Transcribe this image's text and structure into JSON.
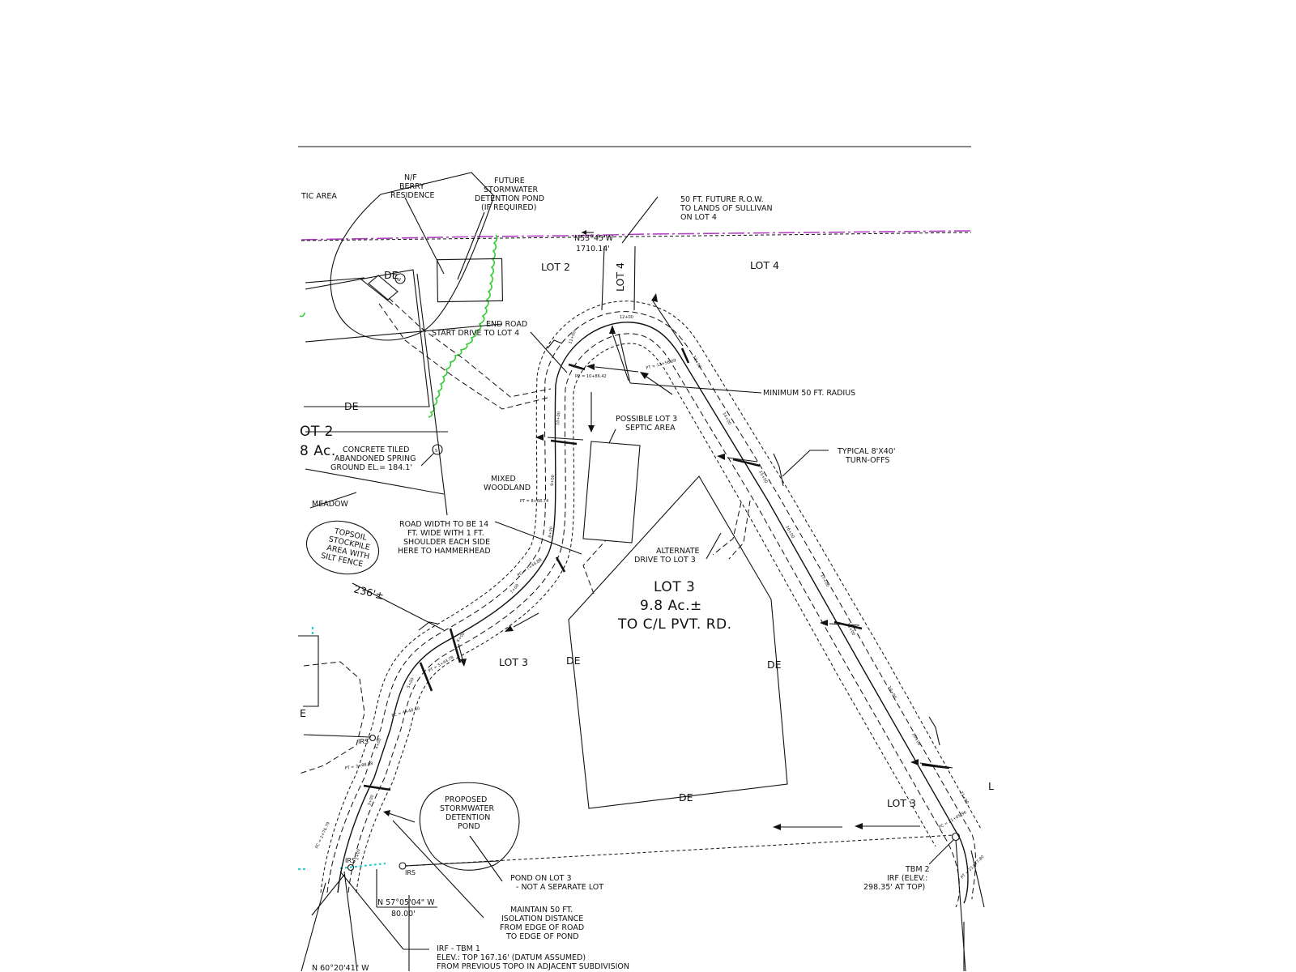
{
  "colors": {
    "linework": "#111111",
    "property_line": "#b040c0",
    "tree_line": "#33cc33",
    "silt_fence": "#33cccc",
    "background": "#ffffff"
  },
  "labels": {
    "septic_area_partial": "TIC AREA",
    "berry": [
      "N/F",
      "BERRY",
      "RESIDENCE"
    ],
    "future_pond": [
      "FUTURE",
      "STORMWATER",
      "DETENTION POND",
      "(IF REQUIRED)"
    ],
    "future_row": [
      "50 FT. FUTURE R.O.W.",
      "TO LANDS OF SULLIVAN",
      "ON LOT 4"
    ],
    "bearing_north": "N53°45'W",
    "distance_north": "1710.14'",
    "lot2_top": "LOT 2",
    "lot4_top": "LOT 4",
    "lot4_vertical": "LOT 4",
    "end_road": [
      "END ROAD",
      "START DRIVE TO LOT 4"
    ],
    "min_radius": "MINIMUM 50 FT. RADIUS",
    "de": "DE",
    "lot2_partial": "OT 2",
    "acres_partial": "8 Ac.",
    "spring": [
      "CONCRETE TILED",
      "ABANDONED SPRING",
      "GROUND EL.= 184.1'"
    ],
    "possible_septic": [
      "POSSIBLE LOT 3",
      "SEPTIC AREA"
    ],
    "turnoffs": [
      "TYPICAL 8'X40'",
      "TURN-OFFS"
    ],
    "mixed_woodland": [
      "MIXED",
      "WOODLAND"
    ],
    "meadow": "MEADOW",
    "topsoil": [
      "TOPSOIL",
      "STOCKPILE",
      "AREA WITH",
      "SILT FENCE"
    ],
    "road_width": [
      "ROAD WIDTH TO BE 14",
      "FT. WIDE WITH 1 FT.",
      "SHOULDER EACH SIDE",
      "HERE TO HAMMERHEAD"
    ],
    "alternate_drive": [
      "ALTERNATE",
      "DRIVE TO LOT 3"
    ],
    "lot3_main": [
      "LOT 3",
      "9.8 Ac.±",
      "TO C/L PVT. RD."
    ],
    "distance_236": "236'±",
    "lot3_left": "LOT 3",
    "lot3_right": "LOT 3",
    "e_partial": "E",
    "irs": "IRS",
    "proposed_pond": [
      "PROPOSED",
      "STORMWATER",
      "DETENTION",
      "POND"
    ],
    "pond_on_lot3": [
      "POND ON LOT 3",
      "- NOT A SEPARATE LOT"
    ],
    "tbm2": [
      "TBM 2",
      "IRF (ELEV.:",
      "298.35' AT TOP)"
    ],
    "bearing_south": "N 57°05'04\" W",
    "distance_south": "80.00'",
    "isolation": [
      "MAINTAIN 50 FT.",
      "ISOLATION DISTANCE",
      "FROM EDGE OF ROAD",
      "TO EDGE OF POND"
    ],
    "irf_tbm1": [
      "IRF - TBM 1",
      "ELEV.: TOP 167.16' (DATUM ASSUMED)",
      "FROM PREVIOUS TOPO IN ADJACENT SUBDIVISION"
    ],
    "bearing_bottom": "N 60°20'41\" W",
    "l_partial": "L",
    "symbol_well": "W",
    "symbol_spring": "S",
    "stations": [
      "12+00",
      "13+00",
      "14+00",
      "15+00",
      "16+00",
      "17+00",
      "18+00",
      "19+00",
      "20+00",
      "21+00",
      "10+00",
      "9+00",
      "8+00",
      "7+00",
      "6+00",
      "5+00",
      "4+00",
      "3+00",
      "2+00",
      "11+00"
    ],
    "curve_points": [
      "PT = 12+56.09",
      "PC = 10+86.42",
      "PT = 8+68.74",
      "PC = 7+44.88",
      "PT = 5+44.78",
      "PC = 4+48.40",
      "PT = 3+88.08",
      "PC = 2+76.79",
      "PC = 21+05.96",
      "PT = 21+77.80"
    ]
  }
}
